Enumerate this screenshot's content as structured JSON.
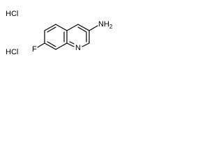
{
  "molecule": {
    "salt_top": "HCl",
    "salt_bottom": "HCl",
    "atoms": {
      "amine": "NH2",
      "ring_nitrogen": "N",
      "fluorine": "F"
    },
    "colors": {
      "bond": "#000000",
      "text": "#000000"
    }
  }
}
